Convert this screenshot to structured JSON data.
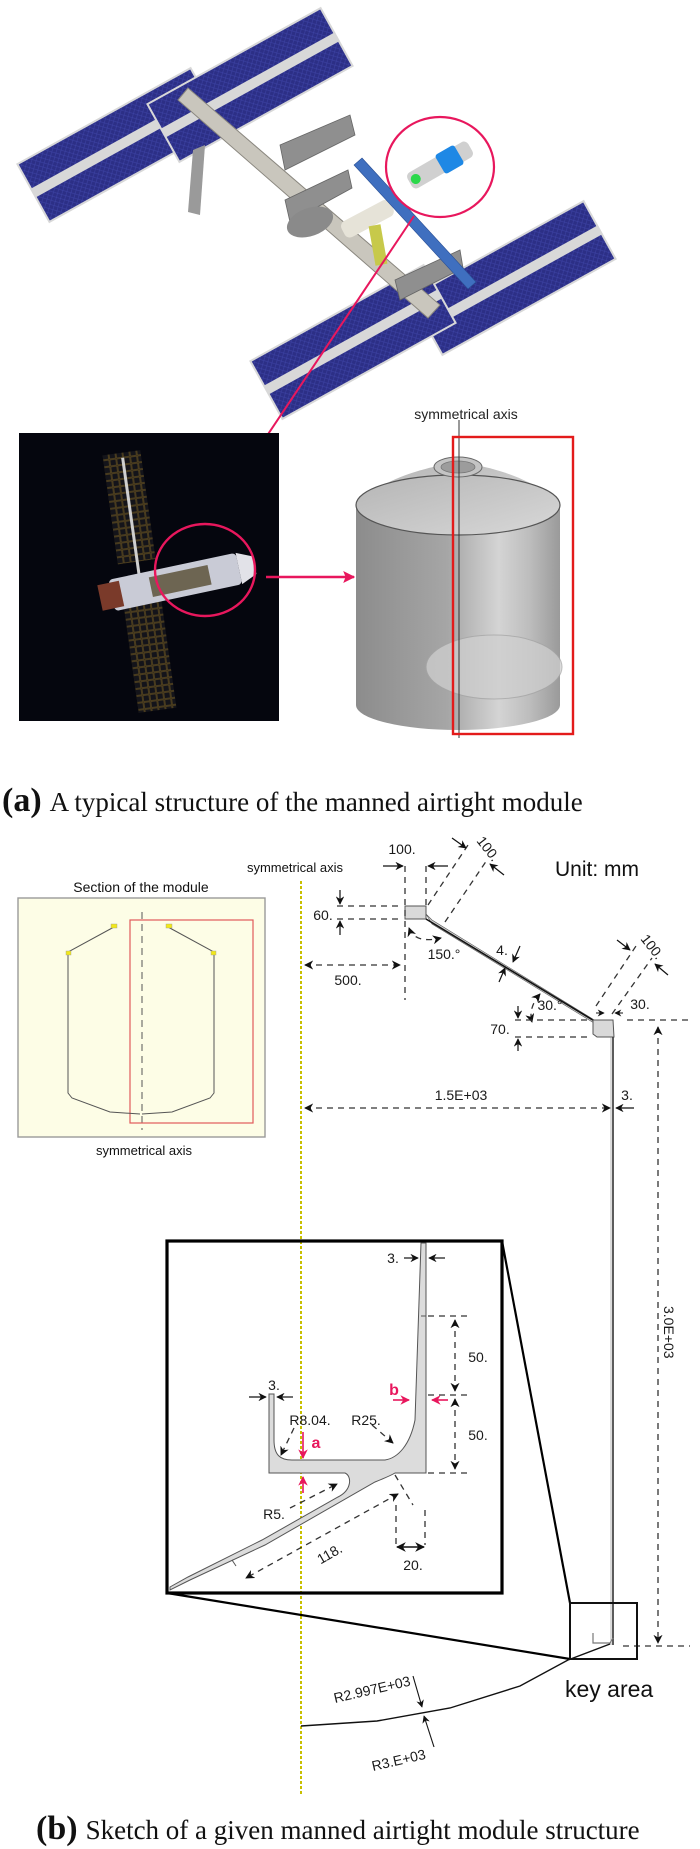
{
  "figure": {
    "part_a": {
      "caption_label": "(a)",
      "caption_text": "A typical structure of the manned airtight module",
      "symmetrical_axis_label": "symmetrical axis",
      "images": [
        "space-station-render",
        "module-photo-in-orbit",
        "module-cylinder-3d-model"
      ],
      "highlight_color": "#e8175d",
      "section_box_color": "#e31b1b"
    },
    "part_b": {
      "caption_label": "(b)",
      "caption_text": "Sketch of a given manned airtight module structure",
      "unit_label": "Unit: mm",
      "symmetrical_axis_label": "symmetrical axis",
      "axis_color": "#c8c000",
      "section_panel": {
        "title": "Section of the module",
        "axis_label": "symmetrical axis",
        "background": "#fdfde6"
      },
      "dimensions": {
        "top_flange_width": "100.",
        "top_flange_diag": "100.",
        "top_flange_height": "60.",
        "top_offset": "500.",
        "cone_angle": "150.°",
        "cone_thickness": "4.",
        "lower_angle": "30.°",
        "lower_flange_diag": "100.",
        "lower_flange_offset": "30.",
        "lower_flange_height": "70.",
        "radius": "1.5E+03",
        "wall_thickness": "3.",
        "height": "3.0E+03"
      },
      "detail": {
        "wall_thickness_top": "3.",
        "lip_thickness": "3.",
        "fillet_small": "R8.04.",
        "fillet_large": "R25.",
        "taper_upper": "50.",
        "taper_lower": "50.",
        "fillet_bottom": "R5.",
        "skirt_length": "118.",
        "skirt_offset": "20.",
        "marker_a": "a",
        "marker_b": "b",
        "marker_color": "#e8175d"
      },
      "key_area_label": "key area",
      "dome": {
        "inner_radius": "R2.997E+03",
        "outer_radius": "R3.E+03"
      }
    }
  }
}
